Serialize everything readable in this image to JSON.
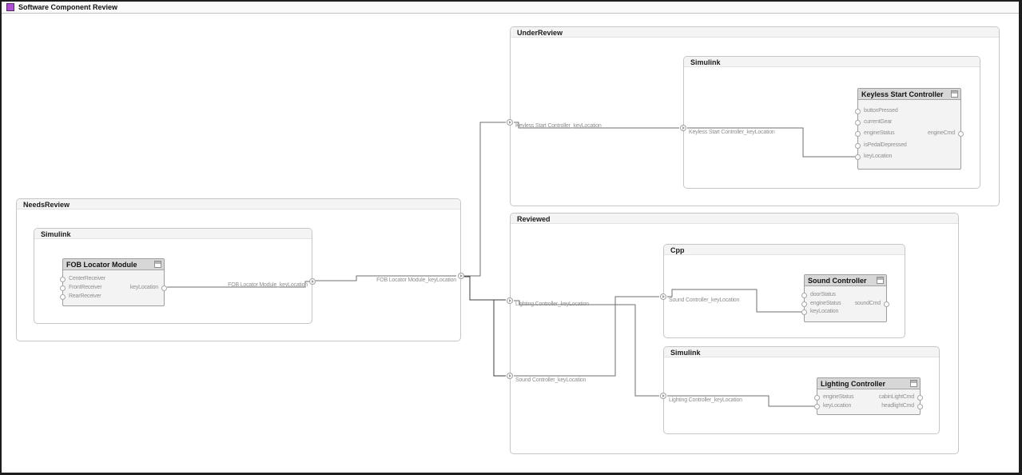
{
  "window": {
    "title": "Software Component Review",
    "icon_color": "#b04fd3"
  },
  "colors": {
    "window_border": "#1d1d1d",
    "group_header_bg": "#f4f4f4",
    "block_header_bg": "#d7d7d7",
    "wire": "#6f6f6f",
    "label_gray": "#8f8f8f"
  },
  "wire_labels": {
    "keyless": "Keyless Start Controller_keyLocation",
    "fob": "FOB Locator Module_keyLocation",
    "lighting": "Lighting Controller_keyLocation",
    "sound": "Sound Controller_keyLocation"
  },
  "diagram": {
    "under_review": {
      "title": "UnderReview",
      "simulink": {
        "title": "Simulink",
        "component": {
          "title": "Keyless Start Controller",
          "inputs": [
            "buttonPressed",
            "currentGear",
            "engineStatus",
            "isPedalDepressed",
            "keyLocation"
          ],
          "outputs": [
            "engineCmd"
          ]
        }
      }
    },
    "needs_review": {
      "title": "NeedsReview",
      "simulink": {
        "title": "Simulink",
        "component": {
          "title": "FOB Locator Module",
          "inputs": [
            "CenterReceiver",
            "FrontReceiver",
            "RearReceiver"
          ],
          "outputs": [
            "keyLocation"
          ]
        }
      }
    },
    "reviewed": {
      "title": "Reviewed",
      "cpp": {
        "title": "Cpp",
        "component": {
          "title": "Sound Controller",
          "inputs": [
            "doorStatus",
            "engineStatus",
            "keyLocation"
          ],
          "outputs": [
            "soundCmd"
          ]
        }
      },
      "simulink": {
        "title": "Simulink",
        "component": {
          "title": "Lighting Controller",
          "inputs": [
            "engineStatus",
            "keyLocation"
          ],
          "outputs": [
            "cabinLightCmd",
            "headlightCmd"
          ]
        }
      }
    }
  }
}
